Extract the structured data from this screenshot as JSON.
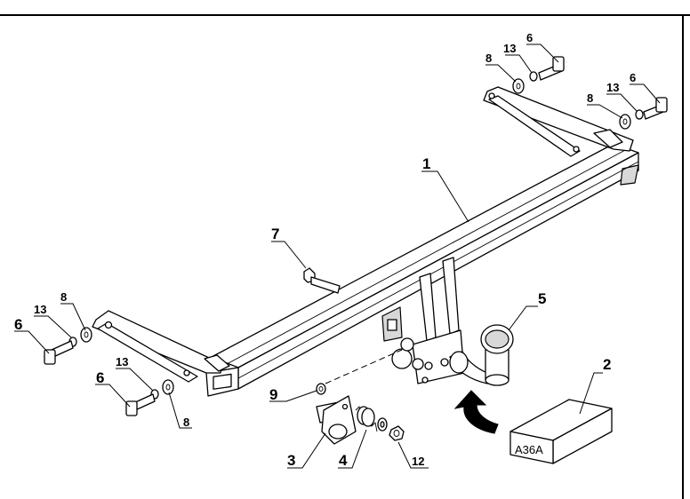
{
  "callouts": {
    "p1": "1",
    "p2": "2",
    "p3": "3",
    "p4": "4",
    "p5": "5",
    "p6_top": "6",
    "p6_right": "6",
    "p6_left": "6",
    "p6_bottom": "6",
    "p7": "7",
    "p8_top": "8",
    "p8_right": "8",
    "p8_left": "8",
    "p8_bottom": "8",
    "p9": "9",
    "p12": "12",
    "p13_top": "13",
    "p13_right": "13",
    "p13_left": "13",
    "p13_bottom": "13"
  },
  "kit_box": {
    "code": "A36A"
  },
  "colors": {
    "ink": "#000000",
    "metal_shade": "#d8d8d8",
    "paper": "#ffffff"
  }
}
